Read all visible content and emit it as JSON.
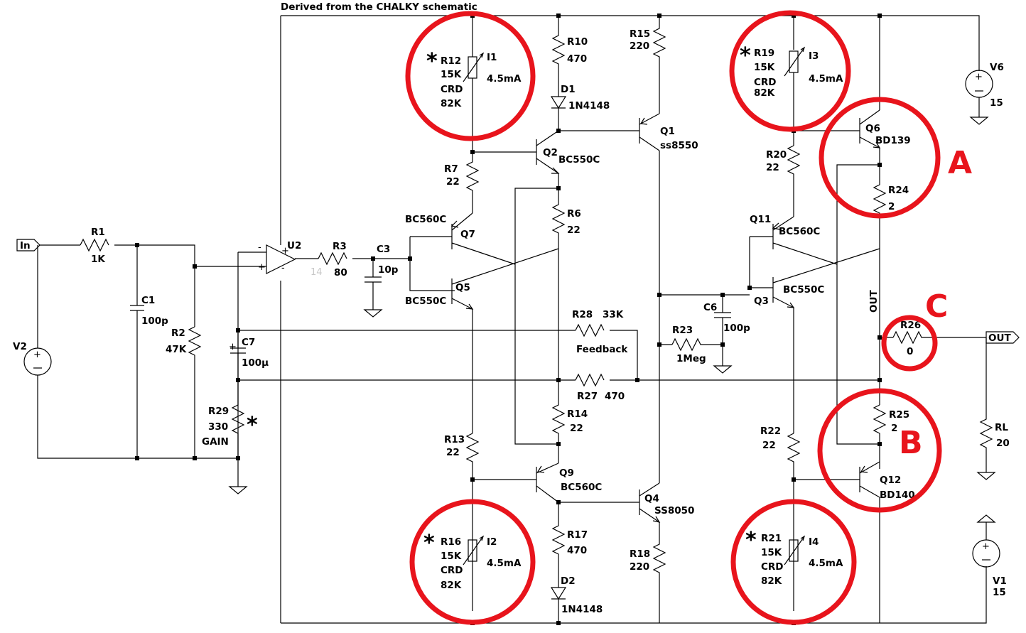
{
  "title": "Derived from the CHALKY schematic",
  "markers": {
    "a": "A",
    "b": "B",
    "c": "C",
    "star": "*"
  },
  "ports": {
    "in": "In",
    "out": "OUT",
    "out_net": "OUT"
  },
  "sources": {
    "v2": {
      "name": "V2"
    },
    "v6": {
      "name": "V6",
      "value": "15"
    },
    "v1": {
      "name": "V1",
      "value": "15"
    }
  },
  "resistors": {
    "r1": {
      "name": "R1",
      "value": "1K"
    },
    "r2": {
      "name": "R2",
      "value": "47K"
    },
    "r3": {
      "name": "R3",
      "value": "80"
    },
    "r6": {
      "name": "R6",
      "value": "22"
    },
    "r7": {
      "name": "R7",
      "value": "22"
    },
    "r10": {
      "name": "R10",
      "value": "470"
    },
    "r12": {
      "name": "R12",
      "value": "15K",
      "note": "CRD",
      "alt": "82K"
    },
    "r13": {
      "name": "R13",
      "value": "22"
    },
    "r14": {
      "name": "R14",
      "value": "22"
    },
    "r15": {
      "name": "R15",
      "value": "220"
    },
    "r16": {
      "name": "R16",
      "value": "15K",
      "note": "CRD",
      "alt": "82K"
    },
    "r17": {
      "name": "R17",
      "value": "470"
    },
    "r18": {
      "name": "R18",
      "value": "220"
    },
    "r19": {
      "name": "R19",
      "value": "15K",
      "note": "CRD",
      "alt": "82K"
    },
    "r20": {
      "name": "R20",
      "value": "22"
    },
    "r21": {
      "name": "R21",
      "value": "15K",
      "note": "CRD",
      "alt": "82K"
    },
    "r22": {
      "name": "R22",
      "value": "22"
    },
    "r23": {
      "name": "R23",
      "value": "1Meg"
    },
    "r24": {
      "name": "R24",
      "value": "2"
    },
    "r25": {
      "name": "R25",
      "value": "2"
    },
    "r26": {
      "name": "R26",
      "value": "0"
    },
    "r27": {
      "name": "R27",
      "value": "470"
    },
    "r28": {
      "name": "R28",
      "value": "33K",
      "note": "Feedback"
    },
    "r29": {
      "name": "R29",
      "value": "330",
      "note": "GAIN"
    },
    "rl": {
      "name": "RL",
      "value": "20"
    }
  },
  "capacitors": {
    "c1": {
      "name": "C1",
      "value": "100p"
    },
    "c3": {
      "name": "C3",
      "value": "10p"
    },
    "c6": {
      "name": "C6",
      "value": "100p"
    },
    "c7": {
      "name": "C7",
      "value": "100µ"
    }
  },
  "currents": {
    "i1": {
      "name": "I1",
      "value": "4.5mA"
    },
    "i2": {
      "name": "I2",
      "value": "4.5mA"
    },
    "i3": {
      "name": "I3",
      "value": "4.5mA"
    },
    "i4": {
      "name": "I4",
      "value": "4.5mA"
    }
  },
  "diodes": {
    "d1": {
      "name": "D1",
      "value": "1N4148"
    },
    "d2": {
      "name": "D2",
      "value": "1N4148"
    }
  },
  "transistors": {
    "q1": {
      "name": "Q1",
      "value": "ss8550"
    },
    "q2": {
      "name": "Q2",
      "value": "BC550C"
    },
    "q3": {
      "name": "Q3",
      "value": "BC550C"
    },
    "q4": {
      "name": "Q4",
      "value": "SS8050"
    },
    "q5": {
      "name": "Q5",
      "value": "BC550C"
    },
    "q6": {
      "name": "Q6",
      "value": "BD139"
    },
    "q7": {
      "name": "Q7",
      "value": "BC560C"
    },
    "q9": {
      "name": "Q9",
      "value": "BC560C"
    },
    "q11": {
      "name": "Q11",
      "value": "BC560C"
    },
    "q12": {
      "name": "Q12",
      "value": "BD140"
    }
  },
  "opamp": {
    "name": "U2",
    "pin": "14"
  }
}
